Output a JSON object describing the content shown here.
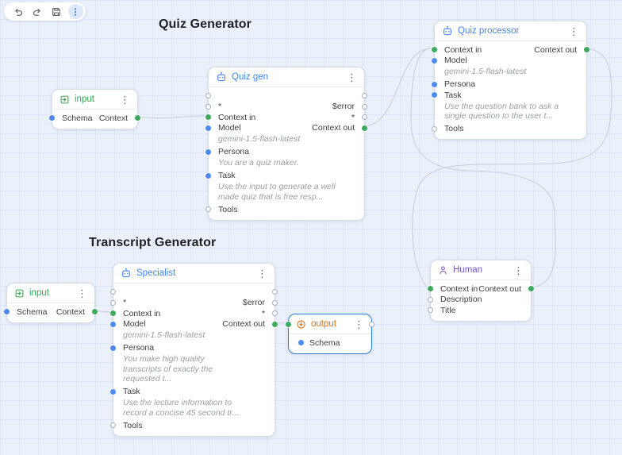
{
  "icons": {
    "kebab": "⋮"
  },
  "titles": {
    "quiz_generator": "Quiz Generator",
    "transcript_generator": "Transcript Generator"
  },
  "colors": {
    "agent_accent": "#4285f4",
    "input_accent": "#34a853",
    "human_accent": "#7856c8",
    "output_accent": "#e8710a",
    "port_green": "#3ea95f",
    "port_blue": "#4e8af2",
    "wire": "#c6d0dc",
    "selected_border": "#2f7de1"
  },
  "nodes": {
    "input_top": {
      "title": "input",
      "schema": "Schema",
      "context": "Context"
    },
    "input_bottom": {
      "title": "input",
      "schema": "Schema",
      "context": "Context"
    },
    "quiz_gen": {
      "title": "Quiz gen",
      "rows": [
        {
          "left": "",
          "right": ""
        },
        {
          "left": "*",
          "right": "$error"
        },
        {
          "left": "Context in",
          "right": "*"
        },
        {
          "left": "Model",
          "right": "Context out"
        }
      ],
      "model_desc": "gemini-1.5-flash-latest",
      "persona": "Persona",
      "persona_desc": "You are a quiz maker.",
      "task": "Task",
      "task_desc": "Use the input to generate a well made quiz that is free resp...",
      "tools": "Tools"
    },
    "quiz_processor": {
      "title": "Quiz processor",
      "context_in": "Context in",
      "context_out": "Context out",
      "model": "Model",
      "model_desc": "gemini-1.5-flash-latest",
      "persona": "Persona",
      "task": "Task",
      "task_desc": "Use the question bank to ask a single question to the user t...",
      "tools": "Tools"
    },
    "human": {
      "title": "Human",
      "context_in": "Context in",
      "context_out": "Context out",
      "description": "Description",
      "title_port": "Title"
    },
    "specialist": {
      "title": "Specialist",
      "rows": [
        {
          "left": "",
          "right": ""
        },
        {
          "left": "*",
          "right": "$error"
        },
        {
          "left": "Context in",
          "right": "*"
        },
        {
          "left": "Model",
          "right": "Context out"
        }
      ],
      "model_desc": "gemini-1.5-flash-latest",
      "persona": "Persona",
      "persona_desc": "You make high quality transcripts of exactly the requested t...",
      "task": "Task",
      "task_desc": "Use the lecture information to record a concise 45 second tr...",
      "tools": "Tools"
    },
    "output": {
      "title": "output",
      "schema": "Schema"
    }
  }
}
